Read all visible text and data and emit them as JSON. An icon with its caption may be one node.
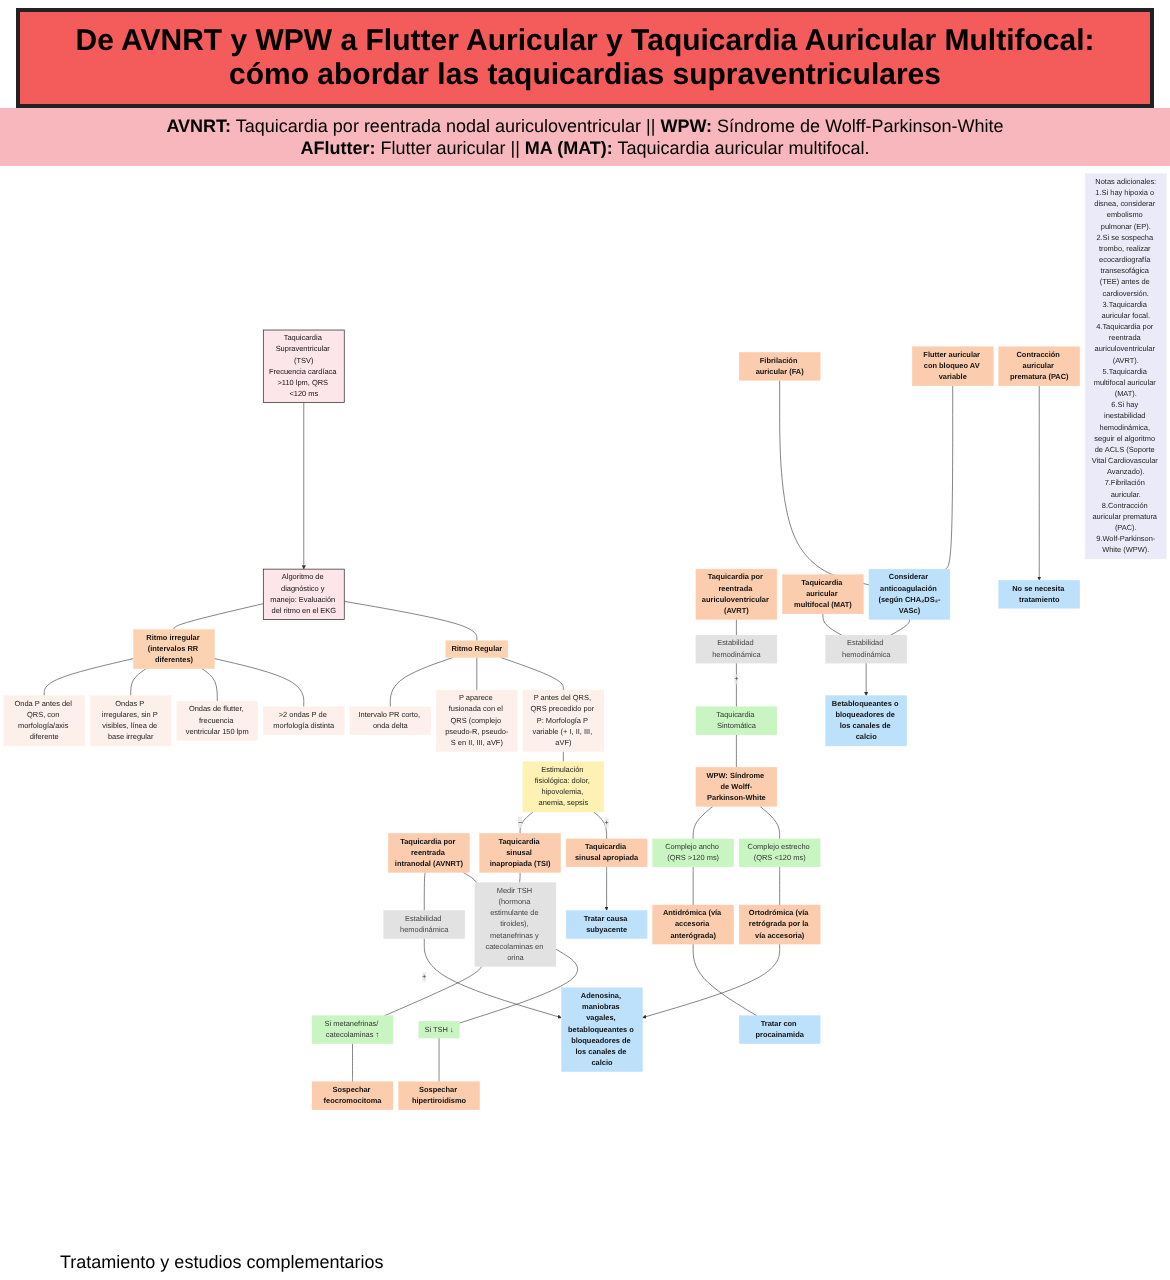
{
  "diagram": {
    "title": "De AVNRT y WPW a Flutter Auricular y Taquicardia Auricular Multifocal: cómo abordar las taquicardias supraventriculares",
    "nodes": [
      {
        "text": [
          "Taquicardia Supraventricular (TSV)",
          "Frecuencia cardíaca >110 lpm, QRS <120 ms"
        ]
      },
      {
        "text": [
          "Algoritmo de diagnóstico y manejo: Evaluación del ritmo en el EKG"
        ]
      },
      {
        "text": [
          "Ritmo Regular"
        ]
      },
      {
        "text": [
          "Ritmo irregular (intervalos RR diferentes)"
        ]
      },
      {
        "text": [
          "P antes del QRS, QRS precedido por P: Morfología P variable (+ I, II, III, aVF)"
        ]
      },
      {
        "text": [
          "P aparece fusionada con el QRS (complejo pseudo-R, pseudo-S en II, III, aVF)"
        ]
      },
      {
        "text": [
          "Intervalo PR corto, onda delta"
        ]
      },
      {
        "text": [
          ">2 ondas P de morfología distinta"
        ]
      },
      {
        "text": [
          "Ondas de flutter, frecuencia ventricular 150 lpm"
        ]
      },
      {
        "text": [
          "Ondas P irregulares, sin P visibles, línea de base irregular"
        ]
      },
      {
        "text": [
          "Onda P antes del QRS, con morfología/axis diferente"
        ]
      },
      {
        "text": [
          "Estimulación fisiológica: dolor, hipovolemia, anemia, sepsis"
        ]
      },
      {
        "text": [
          "Taquicardia por reentrada intranodal (AVNRT)"
        ]
      },
      {
        "text": [
          "Taquicardia por reentrada auriculoventricular (AVRT)"
        ]
      },
      {
        "text": [
          "Taquicardia auricular multifocal (MAT)"
        ]
      },
      {
        "text": [
          "Flutter auricular con bloqueo AV variable"
        ]
      },
      {
        "text": [
          "Fibrilación auricular (FA)"
        ]
      },
      {
        "text": [
          "Contracción auricular prematura (PAC)"
        ]
      },
      {
        "text": [
          "Taquicardia sinusal apropiada"
        ]
      },
      {
        "text": [
          "Taquicardia sinusal inapropiada (TSI)"
        ]
      },
      {
        "text": [
          "Estabilidad hemodinámica"
        ]
      },
      {
        "text": [
          "Estabilidad hemodinámica"
        ]
      },
      {
        "text": [
          "Considerar anticoagulación (según CHA₂DS₂-VASc)"
        ]
      },
      {
        "text": [
          "No se necesita tratamiento"
        ]
      },
      {
        "text": [
          "Tratar causa subyacente"
        ]
      },
      {
        "text": [
          "Medir TSH (hormona estimulante de tiroides), metanefrinas y catecolaminas en orina"
        ]
      },
      {
        "text": [
          "Adenosina, maniobras vagales, betabloqueantes o bloqueadores de los canales de calcio"
        ]
      },
      {
        "text": [
          "Taquicardia Sintomática"
        ]
      },
      {
        "text": [
          "Estabilidad hemodinámica"
        ]
      },
      {
        "text": [
          "Betabloqueantes o bloqueadores de los canales de calcio"
        ]
      },
      {
        "text": [
          "WPW: Síndrome de Wolff-Parkinson-White"
        ]
      },
      {
        "text": [
          "Si TSH ↓"
        ]
      },
      {
        "text": [
          "Si metanefrinas/ catecolaminas ↑"
        ]
      },
      {
        "text": [
          "Complejo estrecho (QRS <120 ms)"
        ]
      },
      {
        "text": [
          "Complejo ancho (QRS >120 ms)"
        ]
      },
      {
        "text": [
          "Sospechar hipertiroidismo"
        ]
      },
      {
        "text": [
          "Sospechar feocromocitoma"
        ]
      },
      {
        "text": [
          "Ortodrómica (vía retrógrada por la vía accesoria)"
        ]
      },
      {
        "text": [
          "Antidrómica (vía accesoria anterógrada)"
        ]
      },
      {
        "text": [
          "Tratar con procainamida"
        ]
      },
      {
        "text": [
          "Notas adicionales:",
          "1.Si hay hipoxia o disnea, considerar embolismo pulmonar (EP).",
          "2.Si se sospecha trombo, realizar ecocardiografía transesofágica (TEE) antes de cardioversión.",
          "3.Taquicardia auricular focal.",
          "4.Taquicardia por reentrada auriculoventricular (AVRT).",
          "5.Taquicardia multifocal auricular (MAT).",
          "6.Si hay inestabilidad hemodinámica, seguir el algoritmo de ACLS (Soporte Vital Cardiovascular Avanzado).",
          "7.Fibrilación auricular.",
          "8.Contracción auricular prematura (PAC).",
          "9.Wolf-Parkinson-White (WPW)."
        ]
      }
    ],
    "edges": [
      {
        "from": 0,
        "to": 1,
        "arrow": "to"
      },
      {
        "from": 1,
        "to": 2,
        "arrow": "none"
      },
      {
        "from": 1,
        "to": 3,
        "arrow": "none"
      },
      {
        "from": 2,
        "to": 4,
        "arrow": "none"
      },
      {
        "from": 2,
        "to": 5,
        "arrow": "none"
      },
      {
        "from": 2,
        "to": 6,
        "arrow": "none"
      },
      {
        "from": 3,
        "to": 7,
        "arrow": "none"
      },
      {
        "from": 3,
        "to": 8,
        "arrow": "none"
      },
      {
        "from": 3,
        "to": 9,
        "arrow": "none"
      },
      {
        "from": 3,
        "to": 10,
        "arrow": "none"
      },
      {
        "from": 4,
        "to": 11,
        "arrow": "none"
      },
      {
        "from": 11,
        "to": 18,
        "label": "+",
        "arrow": "none"
      },
      {
        "from": 11,
        "to": 19,
        "label": "−",
        "arrow": "none"
      },
      {
        "from": 18,
        "to": 24,
        "arrow": "to"
      },
      {
        "from": 19,
        "to": 25,
        "arrow": "none"
      },
      {
        "from": 12,
        "to": 25,
        "arrow": "none"
      },
      {
        "from": 12,
        "to": 20,
        "arrow": "none"
      },
      {
        "from": 13,
        "to": 21,
        "arrow": "none"
      },
      {
        "from": 20,
        "to": 26,
        "label": "+",
        "arrow": "to"
      },
      {
        "from": 21,
        "to": 27,
        "label": "+",
        "arrow": "none"
      },
      {
        "from": 27,
        "to": 30,
        "arrow": "none"
      },
      {
        "from": 30,
        "to": 33,
        "arrow": "none"
      },
      {
        "from": 30,
        "to": 34,
        "arrow": "none"
      },
      {
        "from": 33,
        "to": 37,
        "arrow": "none"
      },
      {
        "from": 37,
        "to": 26,
        "arrow": "to"
      },
      {
        "from": 34,
        "to": 38,
        "arrow": "none"
      },
      {
        "from": 38,
        "to": 39,
        "arrow": "none"
      },
      {
        "from": 14,
        "to": 28,
        "arrow": "none"
      },
      {
        "from": 15,
        "to": 22,
        "arrow": "none"
      },
      {
        "from": 16,
        "to": 22,
        "arrow": "none"
      },
      {
        "from": 22,
        "to": 28,
        "arrow": "none"
      },
      {
        "from": 28,
        "to": 29,
        "arrow": "to"
      },
      {
        "from": 17,
        "to": 23,
        "arrow": "to"
      },
      {
        "from": 25,
        "to": 31,
        "arrow": "none"
      },
      {
        "from": 25,
        "to": 32,
        "arrow": "none"
      },
      {
        "from": 31,
        "to": 35,
        "arrow": "none"
      },
      {
        "from": 32,
        "to": 36,
        "arrow": "none"
      }
    ],
    "labels": [
      "**AVNRT:** Taquicardia por reentrada nodal auriculoventricular || **WPW:** Síndrome de Wolff-Parkinson-White",
      "**AFlutter:** Flutter auricular || **MA (MAT):** Taquicardia auricular multifocal.",
      "Tratamiento y estudios complementarios"
    ]
  }
}
